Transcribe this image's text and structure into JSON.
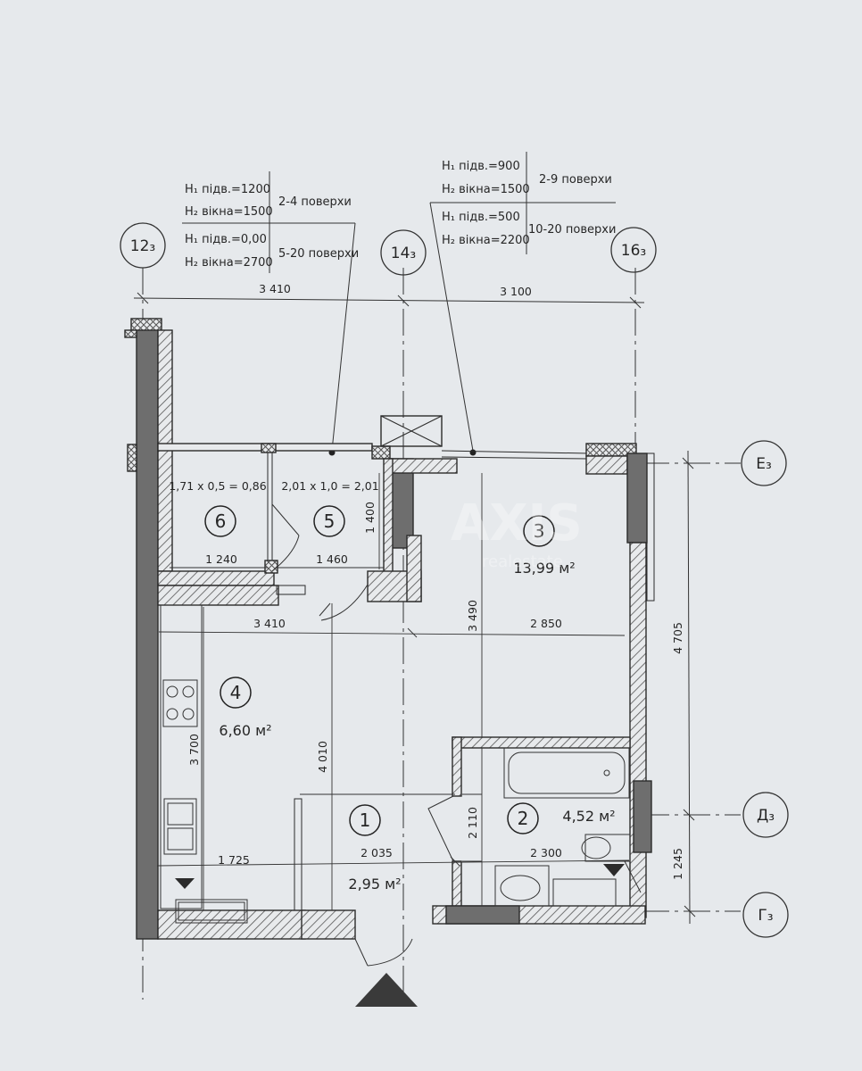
{
  "notes": {
    "left": [
      {
        "a": "H₁ підв.=1200",
        "b": "H₂ вікна=1500",
        "floors": "2-4 поверхи"
      },
      {
        "a": "H₁ підв.=0,00",
        "b": "H₂ вікна=2700",
        "floors": "5-20 поверхи"
      }
    ],
    "right": [
      {
        "a": "H₁ підв.=900",
        "b": "H₂ вікна=1500",
        "floors": "2-9 поверхи"
      },
      {
        "a": "H₁ підв.=500",
        "b": "H₂ вікна=2200",
        "floors": "10-20 поверхи"
      }
    ]
  },
  "axes": {
    "vertical": [
      "12₃",
      "14₃",
      "16₃"
    ],
    "horizontal": [
      "Е₃",
      "Д₃",
      "Г₃"
    ]
  },
  "dimensions": {
    "top": [
      "3 410",
      "3 100"
    ],
    "right_total": "4 705",
    "right_lower": "1 245",
    "balcony6_width": "1 240",
    "balcony5_width": "1 460",
    "balcony5_depth": "1 400",
    "living_depth": "3 490",
    "kitchen_width": "3 410",
    "living_width": "2 850",
    "kitchen_depth": "3 700",
    "hall_depth": "4 010",
    "hall_width": "2 035",
    "kitchen_lower": "1 725",
    "bath_depth": "2 110",
    "bath_width": "2 300"
  },
  "balconies": {
    "b6_formula": "1,71 x 0,5 = 0,86",
    "b5_formula": "2,01 x 1,0 = 2,01"
  },
  "rooms": [
    {
      "num": "1",
      "area": "2,95 м²"
    },
    {
      "num": "2",
      "area": "4,52 м²"
    },
    {
      "num": "3",
      "area": "13,99 м²"
    },
    {
      "num": "4",
      "area": "6,60 м²"
    },
    {
      "num": "5",
      "area": ""
    },
    {
      "num": "6",
      "area": ""
    }
  ],
  "watermark": {
    "text": "AXIS",
    "sub": "realestate"
  },
  "colors": {
    "paper": "#e6e9ec",
    "line": "#2b2b2b",
    "hatch": "#5a5a5a",
    "wall_dark": "#6e6e6e"
  }
}
